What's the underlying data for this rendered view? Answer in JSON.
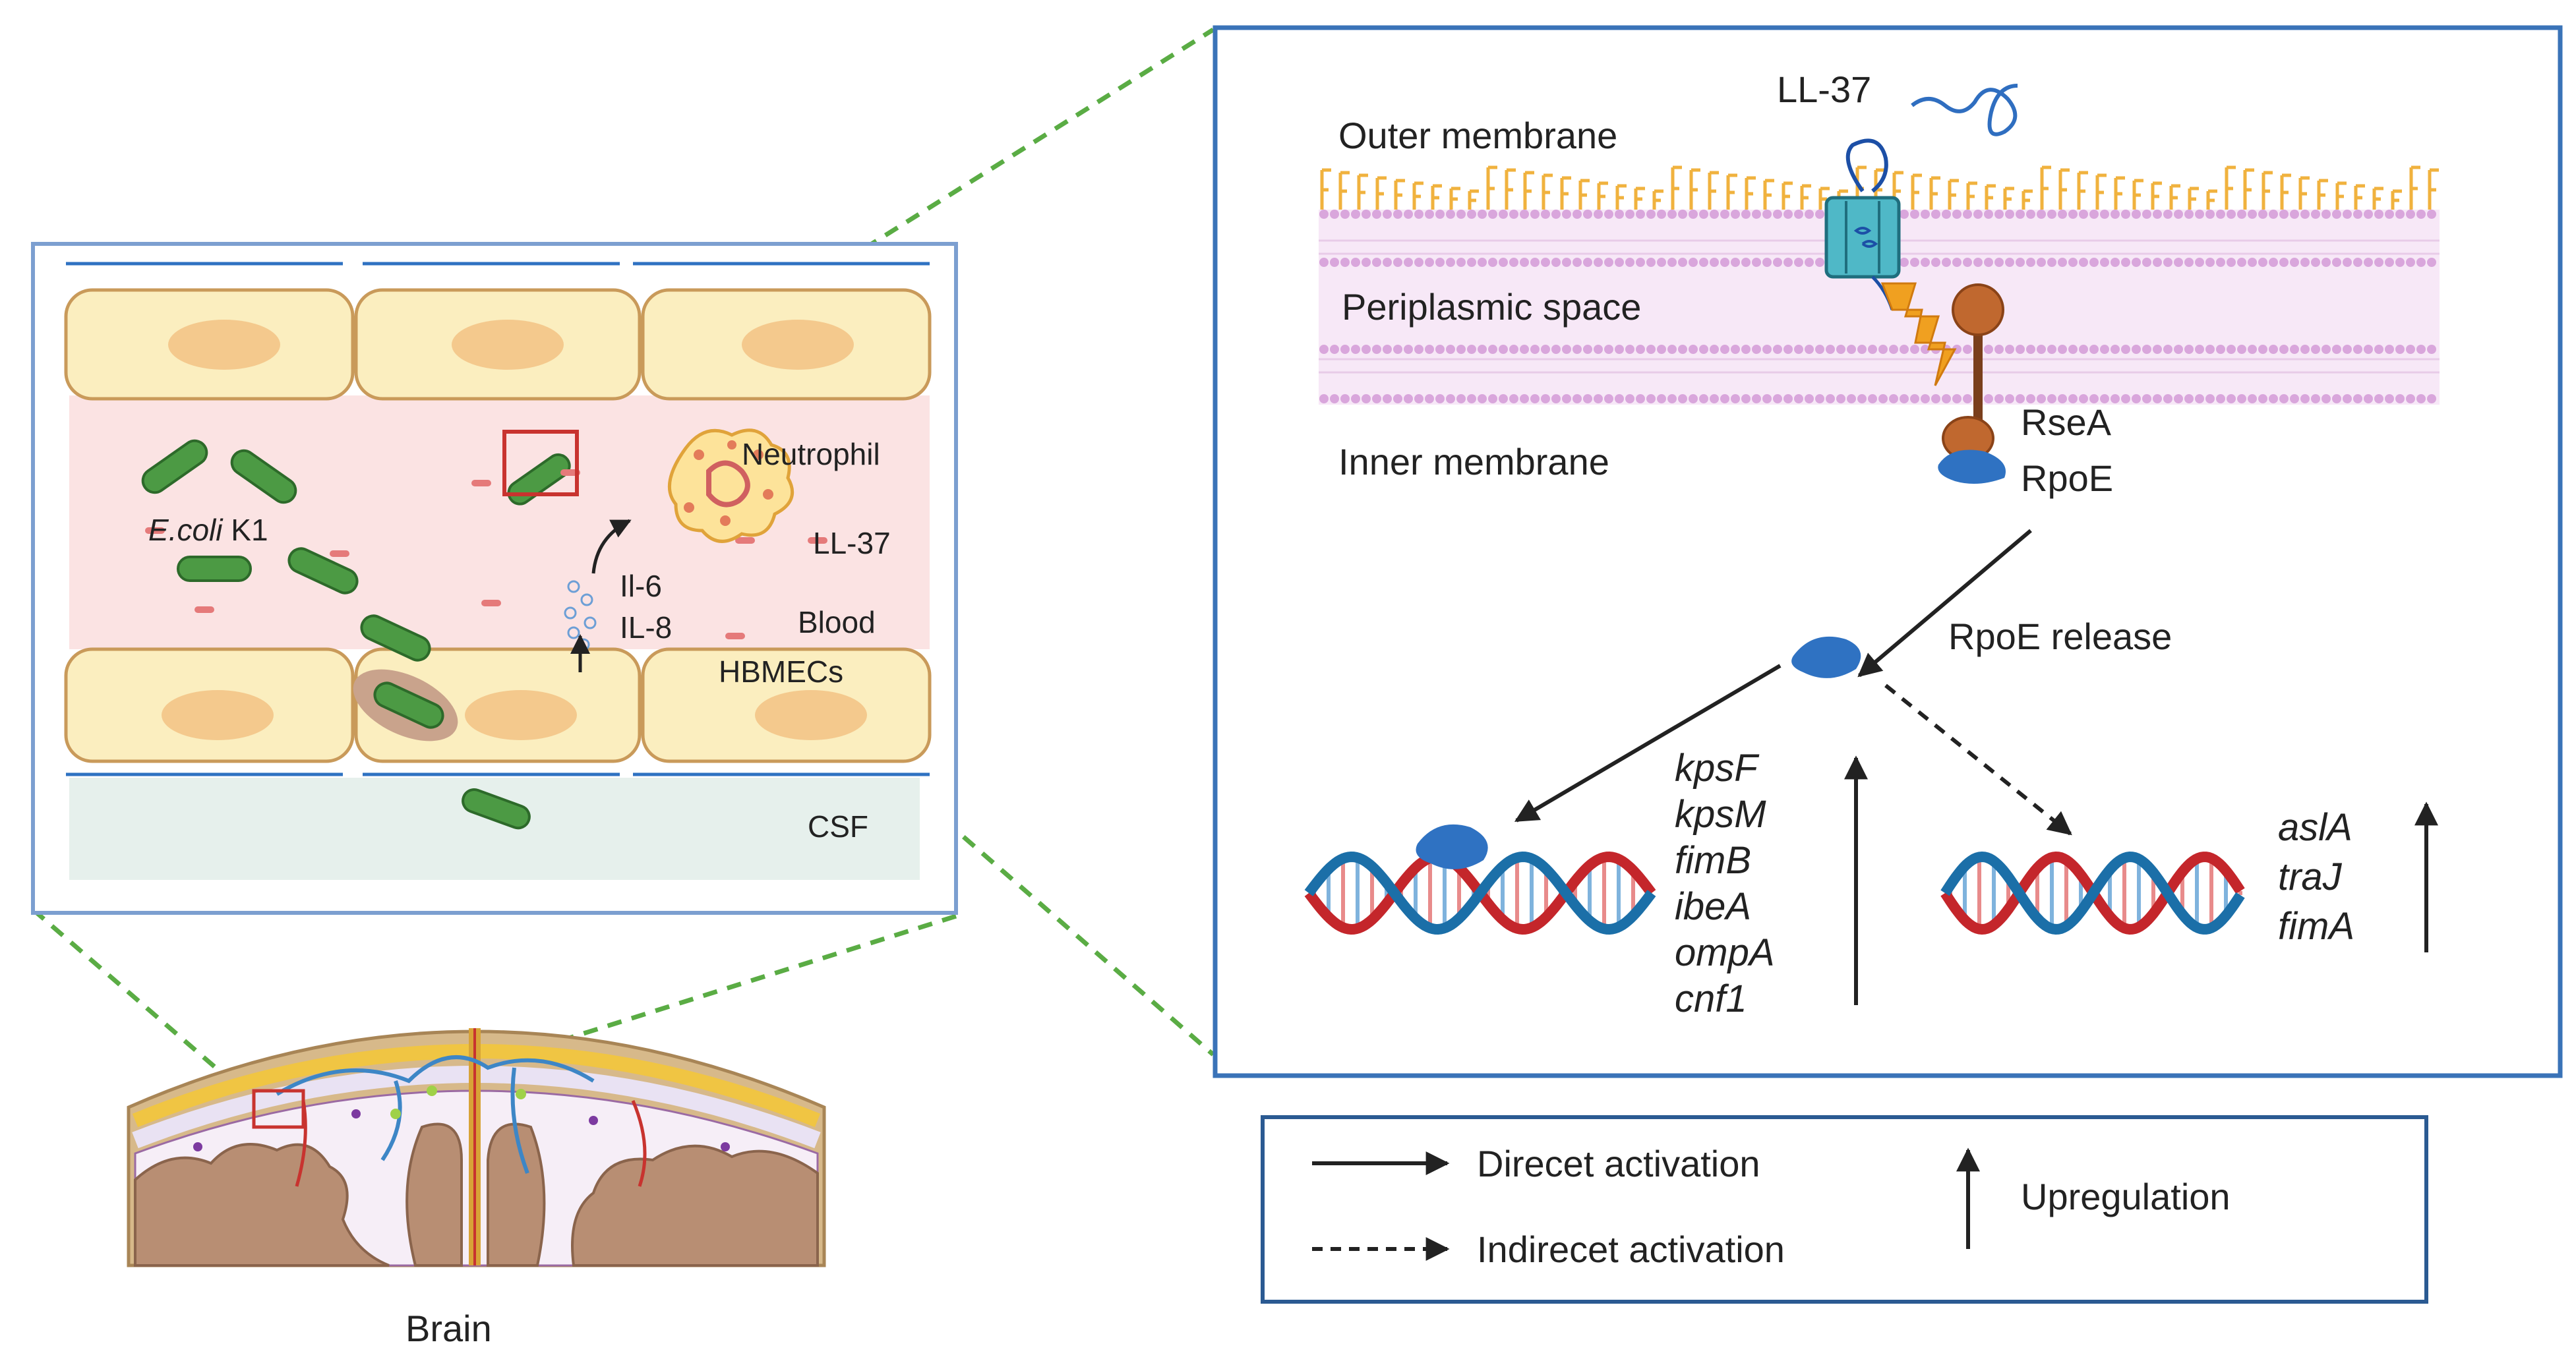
{
  "left_panel": {
    "labels": {
      "bacteria": "E.coli",
      "bacteria_suffix": " K1",
      "neutrophil": "Neutrophil",
      "peptide": "LL-37",
      "cytokine_1": "Il-6",
      "cytokine_2": "IL-8",
      "blood": "Blood",
      "endothelium": "HBMECs",
      "csf": "CSF"
    }
  },
  "brain_label": "Brain",
  "right_panel": {
    "peptide": "LL-37",
    "outer_membrane": "Outer membrane",
    "periplasm": "Periplasmic space",
    "inner_membrane": "Inner membrane",
    "anti_sigma": "RseA",
    "sigma": "RpoE",
    "release": "RpoE release",
    "genes_direct": [
      "kpsF",
      "kpsM",
      "fimB",
      "ibeA",
      "ompA",
      "cnf1"
    ],
    "genes_indirect": [
      "aslA",
      "traJ",
      "fimA"
    ]
  },
  "legend": {
    "direct": "Direcet activation",
    "indirect": "Indirecet activation",
    "upregulation": "Upregulation"
  },
  "colors": {
    "panel_border": "#3a73b8",
    "zoom_line": "#5aac44",
    "callout": "#c8332f",
    "cell": "#fbeebf",
    "nucleus": "#f4c98d",
    "blood": "#fbe3e3",
    "csf": "#e6f0ec",
    "bacterium": "#4c9a44",
    "membrane": "#d9a6dc",
    "lps": "#f0b23e",
    "rpoe": "#2f72c2",
    "rsea": "#c0682f",
    "dna_red": "#c4262b",
    "dna_blue": "#1b6fa8"
  }
}
